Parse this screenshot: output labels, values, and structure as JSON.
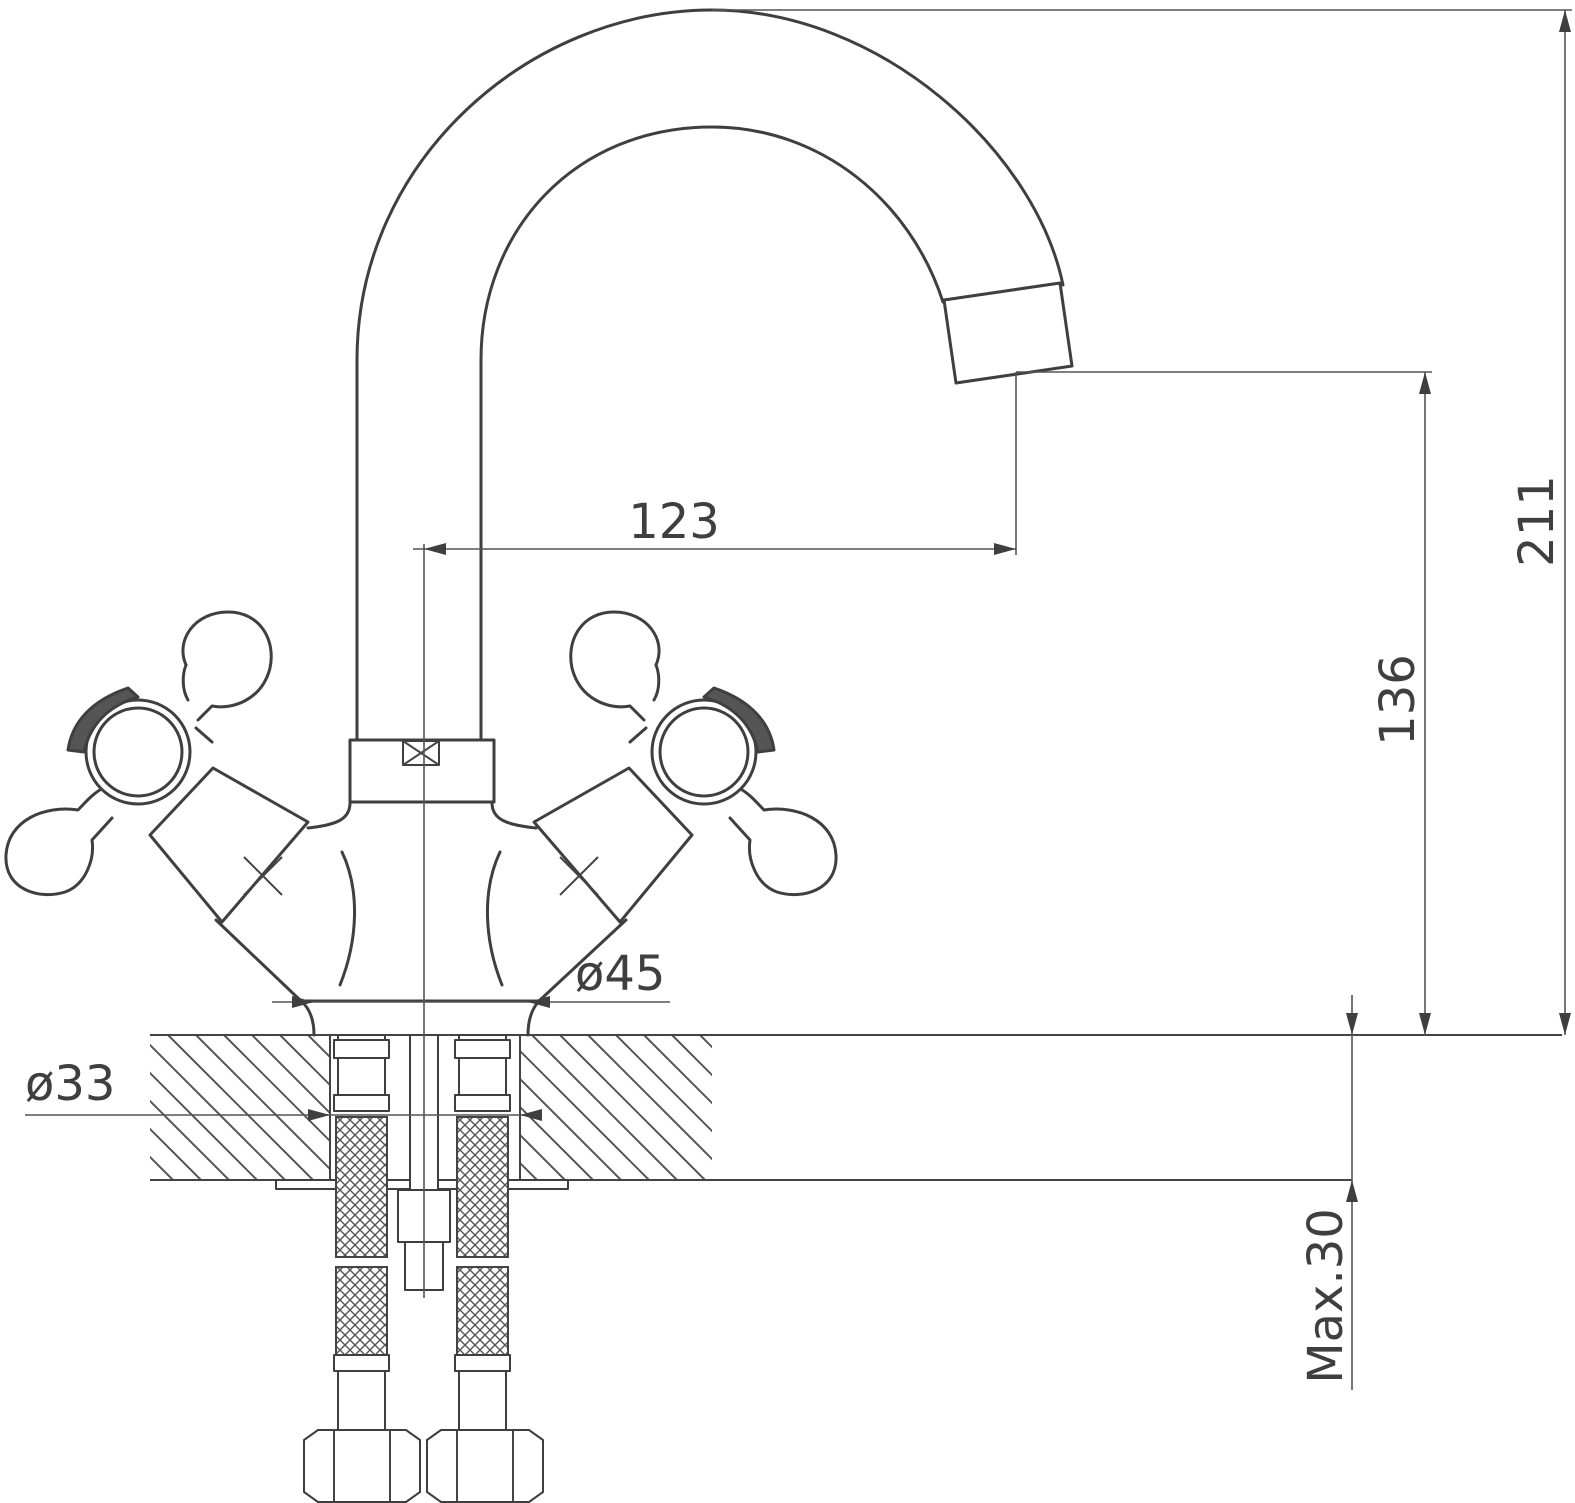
{
  "dimensions": {
    "spout_reach": "123",
    "spout_outlet_height": "136",
    "total_height": "211",
    "body_base_diameter": "ø45",
    "mounting_hole_diameter": "ø33",
    "max_counter_thickness": "Max.30"
  },
  "colors": {
    "line": "#3f3f3f",
    "background": "#ffffff"
  }
}
